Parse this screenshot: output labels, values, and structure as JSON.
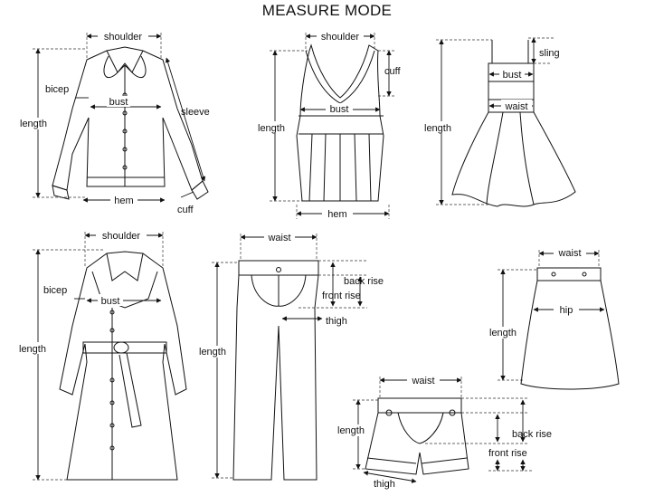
{
  "title": "MEASURE MODE",
  "shirt": {
    "shoulder": "shoulder",
    "bicep": "bicep",
    "bust": "bust",
    "length": "length",
    "sleeve": "sleeve",
    "hem": "hem",
    "cuff": "cuff"
  },
  "vest": {
    "shoulder": "shoulder",
    "cuff": "cuff",
    "bust": "bust",
    "length": "length",
    "hem": "hem"
  },
  "dress": {
    "sling": "sling",
    "bust": "bust",
    "waist": "waist",
    "length": "length"
  },
  "coat": {
    "shoulder": "shoulder",
    "bicep": "bicep",
    "bust": "bust",
    "length": "length"
  },
  "pants": {
    "waist": "waist",
    "back_rise": "back rise",
    "front_rise": "front rise",
    "thigh": "thigh",
    "length": "length"
  },
  "skirt": {
    "waist": "waist",
    "hip": "hip",
    "length": "length"
  },
  "shorts": {
    "waist": "waist",
    "length": "length",
    "back_rise": "back rise",
    "front_rise": "front rise",
    "thigh": "thigh"
  }
}
